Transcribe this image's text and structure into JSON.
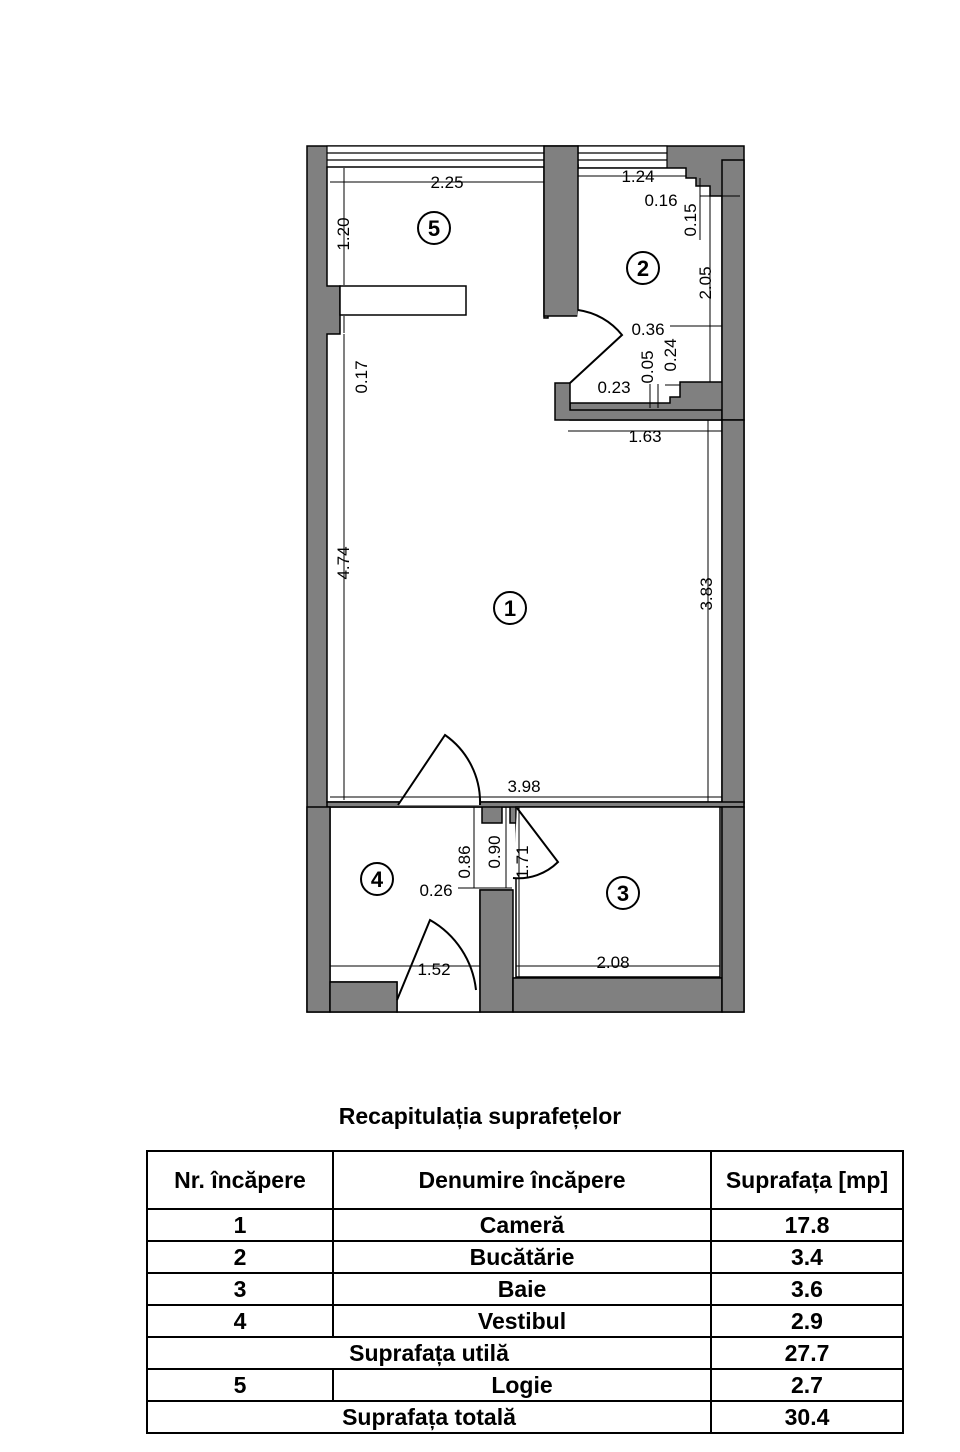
{
  "floor_plan": {
    "rooms": [
      {
        "number": "1"
      },
      {
        "number": "2"
      },
      {
        "number": "3"
      },
      {
        "number": "4"
      },
      {
        "number": "5"
      }
    ],
    "dimensions": {
      "d_2_25": "2.25",
      "d_1_20": "1.20",
      "d_0_17": "0.17",
      "d_4_74": "4.74",
      "d_1_24": "1.24",
      "d_0_16": "0.16",
      "d_0_15": "0.15",
      "d_2_05": "2.05",
      "d_0_36": "0.36",
      "d_0_05": "0.05",
      "d_0_24": "0.24",
      "d_0_23": "0.23",
      "d_1_63": "1.63",
      "d_3_83": "3.83",
      "d_3_98": "3.98",
      "d_0_86": "0.86",
      "d_0_90": "0.90",
      "d_1_71": "1.71",
      "d_0_26": "0.26",
      "d_1_52": "1.52",
      "d_2_08": "2.08"
    }
  },
  "table": {
    "title": "Recapitulația suprafețelor",
    "headers": {
      "nr": "Nr. încăpere",
      "name": "Denumire încăpere",
      "area": "Suprafața [mp]"
    },
    "rows": [
      {
        "nr": "1",
        "name": "Cameră",
        "area": "17.8"
      },
      {
        "nr": "2",
        "name": "Bucătărie",
        "area": "3.4"
      },
      {
        "nr": "3",
        "name": "Baie",
        "area": "3.6"
      },
      {
        "nr": "4",
        "name": "Vestibul",
        "area": "2.9"
      }
    ],
    "subtotal": {
      "label": "Suprafața utilă",
      "area": "27.7"
    },
    "extra": {
      "nr": "5",
      "name": "Logie",
      "area": "2.7"
    },
    "total": {
      "label": "Suprafața totală",
      "area": "30.4"
    }
  }
}
